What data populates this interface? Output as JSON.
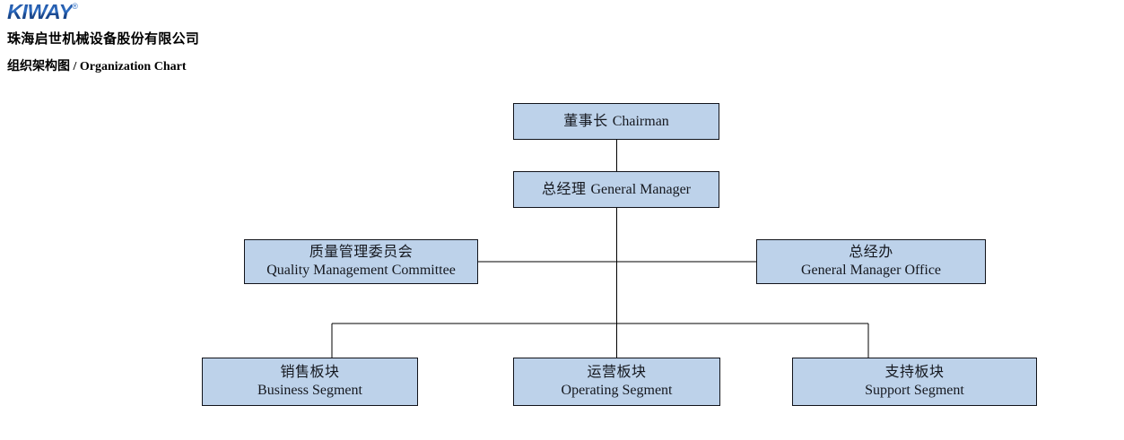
{
  "header": {
    "logo_text": "KIWAY",
    "logo_trademark": "®",
    "company_name": "珠海启世机械设备股份有限公司",
    "chart_title": "组织架构图 / Organization Chart"
  },
  "colors": {
    "node_fill": "#bdd2ea",
    "node_border": "#11131a",
    "connector": "#000000",
    "logo_blue": "#2f6fc4",
    "text": "#15181f"
  },
  "nodes": [
    {
      "id": "chairman",
      "cn": "董事长",
      "en": "Chairman",
      "layout": "inline"
    },
    {
      "id": "gm",
      "cn": "总经理",
      "en": "General Manager",
      "layout": "inline"
    },
    {
      "id": "qmc",
      "cn": "质量管理委员会",
      "en": "Quality Management Committee",
      "layout": "stacked"
    },
    {
      "id": "gmo",
      "cn": "总经办",
      "en": "General Manager Office",
      "layout": "stacked"
    },
    {
      "id": "business",
      "cn": "销售板块",
      "en": "Business Segment",
      "layout": "stacked"
    },
    {
      "id": "operating",
      "cn": "运营板块",
      "en": "Operating Segment",
      "layout": "stacked"
    },
    {
      "id": "support",
      "cn": "支持板块",
      "en": "Support Segment",
      "layout": "stacked"
    }
  ],
  "chart_data": {
    "type": "diagram",
    "diagram_type": "organization-chart",
    "title": "组织架构图 / Organization Chart",
    "organization": "珠海启世机械设备股份有限公司",
    "levels": [
      {
        "level": 1,
        "nodes": [
          "chairman"
        ]
      },
      {
        "level": 2,
        "nodes": [
          "gm"
        ]
      },
      {
        "level": 3,
        "nodes": [
          "qmc",
          "gmo"
        ],
        "relation": "staff"
      },
      {
        "level": 4,
        "nodes": [
          "business",
          "operating",
          "support"
        ],
        "relation": "line"
      }
    ],
    "edges": [
      {
        "from": "chairman",
        "to": "gm",
        "style": "vertical"
      },
      {
        "from": "gm",
        "to": "qmc",
        "style": "staff-horizontal-left"
      },
      {
        "from": "gm",
        "to": "gmo",
        "style": "staff-horizontal-right"
      },
      {
        "from": "gm",
        "to": "business",
        "style": "elbow"
      },
      {
        "from": "gm",
        "to": "operating",
        "style": "vertical"
      },
      {
        "from": "gm",
        "to": "support",
        "style": "elbow"
      }
    ]
  }
}
